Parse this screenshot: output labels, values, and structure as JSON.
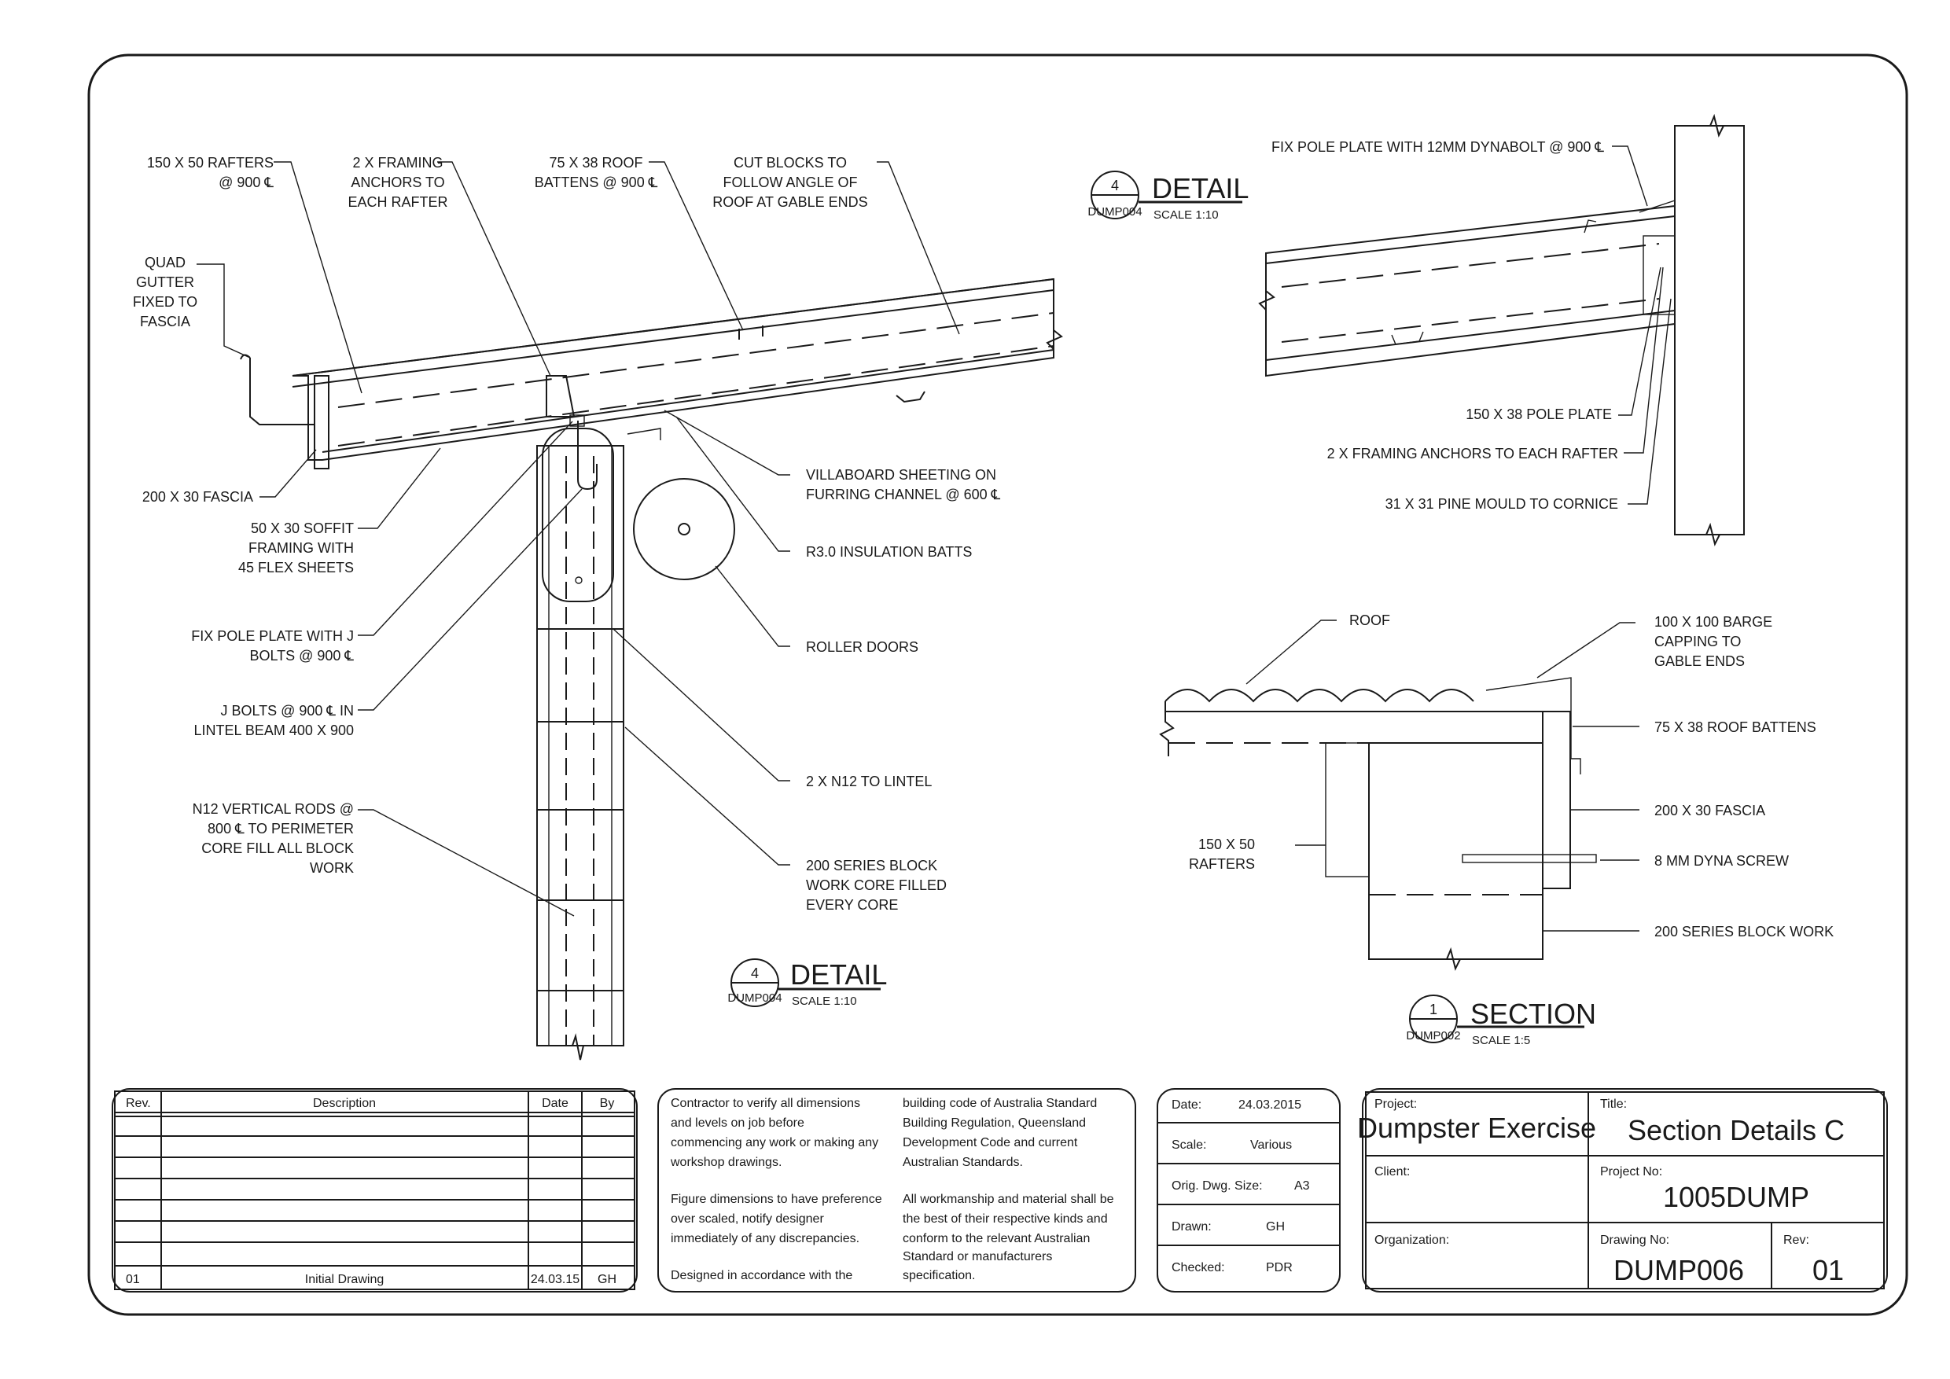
{
  "labels": {
    "rafters": [
      "150 X 50 RAFTERS",
      "@ 900 ℄"
    ],
    "anchors": [
      "2 X FRAMING",
      "ANCHORS TO",
      "EACH RAFTER"
    ],
    "battens": [
      "75 X 38 ROOF",
      "BATTENS @ 900 ℄"
    ],
    "cut_blocks": [
      "CUT BLOCKS TO",
      "FOLLOW ANGLE OF",
      "ROOF AT GABLE ENDS"
    ],
    "gutter": [
      "QUAD",
      "GUTTER",
      "FIXED TO",
      "FASCIA"
    ],
    "fascia": "200 X 30 FASCIA",
    "soffit": [
      "50 X 30 SOFFIT",
      "FRAMING WITH",
      "45 FLEX SHEETS"
    ],
    "fix_pole": [
      "FIX POLE PLATE WITH J",
      "BOLTS @ 900 ℄"
    ],
    "j_bolts": [
      "J BOLTS @ 900 ℄ IN",
      "LINTEL BEAM 400 X 900"
    ],
    "n12_rods": [
      "N12 VERTICAL RODS @",
      "800 ℄ TO PERIMETER",
      "CORE FILL ALL BLOCK",
      "WORK"
    ],
    "villaboard": [
      "VILLABOARD SHEETING ON",
      "FURRING CHANNEL @ 600 ℄"
    ],
    "insulation": "R3.0 INSULATION BATTS",
    "roller": "ROLLER DOORS",
    "n12_lintel": "2 X N12 TO LINTEL",
    "block_series": [
      "200 SERIES BLOCK",
      "WORK CORE FILLED",
      "EVERY CORE"
    ],
    "r_fix_pole": "FIX POLE PLATE WITH 12MM DYNABOLT @ 900 ℄",
    "r_pole_plate": "150 X 38 POLE PLATE",
    "r_anchors": "2 X FRAMING ANCHORS TO EACH RAFTER",
    "r_mould": "31 X 31 PINE MOULD TO CORNICE",
    "s_roof": "ROOF",
    "s_barge": [
      "100 X 100 BARGE",
      "CAPPING TO",
      "GABLE ENDS"
    ],
    "s_battens": "75 X 38 ROOF BATTENS",
    "s_fascia": "200 X 30 FASCIA",
    "s_rafters": [
      "150 X 50",
      "RAFTERS"
    ],
    "s_screw": "8 MM DYNA SCREW",
    "s_block": "200 SERIES BLOCK WORK"
  },
  "callouts": {
    "detail_main": {
      "num": "4",
      "ref": "DUMP004",
      "title": "DETAIL",
      "scale": "SCALE 1:10"
    },
    "detail_right": {
      "num": "4",
      "ref": "DUMP004",
      "title": "DETAIL",
      "scale": "SCALE 1:10"
    },
    "section": {
      "num": "1",
      "ref": "DUMP002",
      "title": "SECTION",
      "scale": "SCALE 1:5"
    }
  },
  "revisions": {
    "headers": {
      "rev": "Rev.",
      "desc": "Description",
      "date": "Date",
      "by": "By"
    },
    "row": {
      "rev": "01",
      "desc": "Initial Drawing",
      "date": "24.03.15",
      "by": "GH"
    }
  },
  "notes": {
    "left": [
      "Contractor to verify all dimensions",
      "and levels on job  before",
      "commencing any work or making any",
      "workshop drawings.",
      "",
      "Figure dimensions to have preference",
      "over scaled, notify designer",
      "immediately of any discrepancies.",
      "",
      "Designed in accordance with the"
    ],
    "right": [
      "building code of Australia Standard",
      "Building Regulation, Queensland",
      "Development Code and current",
      "Australian Standards.",
      "",
      "All workmanship and material shall be",
      "the best of their respective kinds and",
      "conform to the relevant Australian",
      "Standard or manufacturers",
      "specification."
    ]
  },
  "info": {
    "date_label": "Date:",
    "date": "24.03.2015",
    "scale_label": "Scale:",
    "scale": "Various",
    "dwg_label": "Orig. Dwg. Size:",
    "dwg": "A3",
    "drawn_label": "Drawn:",
    "drawn": "GH",
    "checked_label": "Checked:",
    "checked": "PDR"
  },
  "title_block": {
    "project_label": "Project:",
    "project": "Dumpster Exercise",
    "title_label": "Title:",
    "title": "Section Details C",
    "client_label": "Client:",
    "project_no_label": "Project No:",
    "project_no": "1005DUMP",
    "org_label": "Organization:",
    "drawing_no_label": "Drawing No:",
    "drawing_no": "DUMP006",
    "rev_label": "Rev:",
    "rev": "01"
  }
}
